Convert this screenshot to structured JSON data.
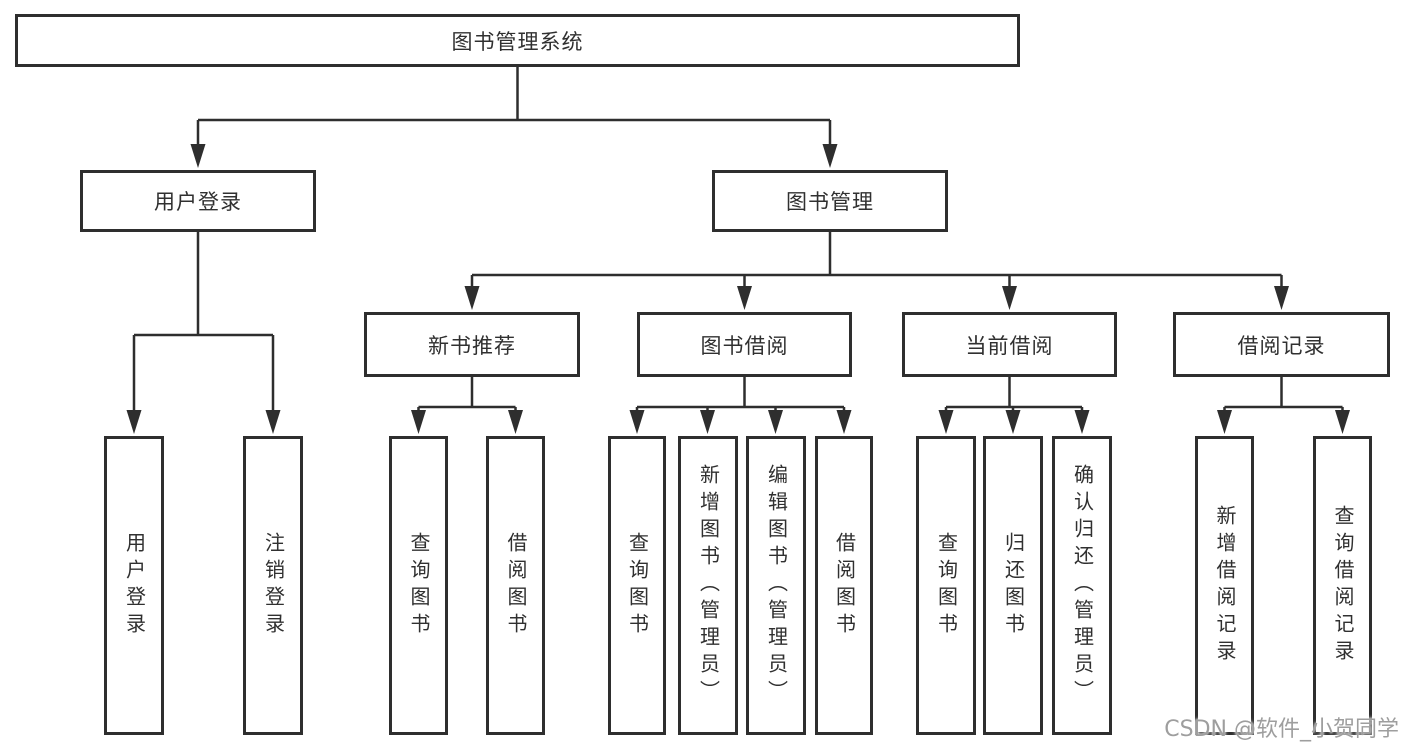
{
  "colors": {
    "line": "#2e2e2e",
    "text": "#303030",
    "watermark": "#9e9e9e"
  },
  "tree": {
    "root": "图书管理系统",
    "children": [
      {
        "label": "用户登录",
        "children": [
          "用户登录",
          "注销登录"
        ]
      },
      {
        "label": "图书管理",
        "children": [
          {
            "label": "新书推荐",
            "children": [
              "查询图书",
              "借阅图书"
            ]
          },
          {
            "label": "图书借阅",
            "children": [
              "查询图书",
              "新增图书（管理员）",
              "编辑图书（管理员）",
              "借阅图书"
            ]
          },
          {
            "label": "当前借阅",
            "children": [
              "查询图书",
              "归还图书",
              "确认归还（管理员）"
            ]
          },
          {
            "label": "借阅记录",
            "children": [
              "新增借阅记录",
              "查询借阅记录"
            ]
          }
        ]
      }
    ]
  },
  "watermark": {
    "text": "CSDN @软件_小贺同学"
  }
}
